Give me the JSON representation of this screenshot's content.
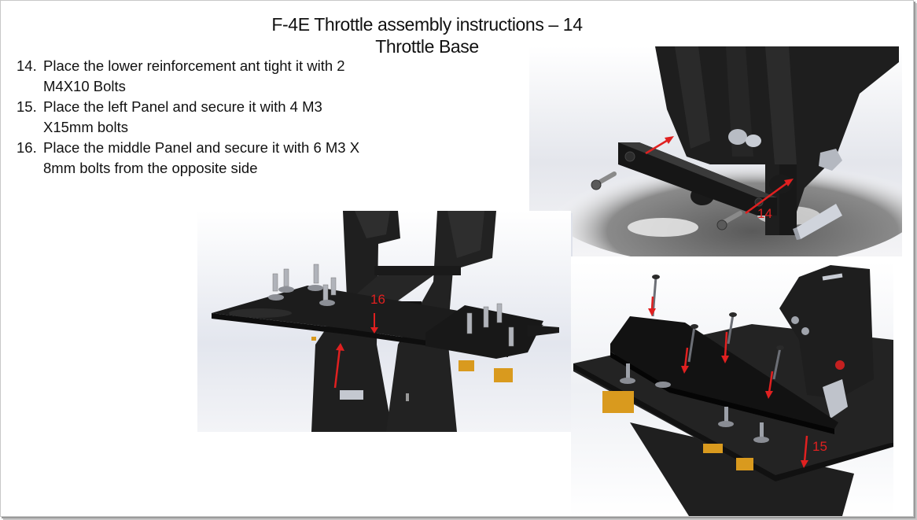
{
  "slide": {
    "title_line1": "F-4E Throttle assembly instructions – 14",
    "title_line2": "Throttle Base",
    "steps": [
      {
        "number": "14.",
        "text": "Place the lower reinforcement ant tight it with 2 M4X10 Bolts"
      },
      {
        "number": "15.",
        "text": "Place the left Panel and secure it with 4 M3 X15mm bolts"
      },
      {
        "number": "16.",
        "text": "Place the middle Panel and secure it with 6 M3 X 8mm bolts from the opposite side"
      }
    ]
  },
  "figures": {
    "lower_reinforcement": {
      "label": "14",
      "description": "Lower reinforcement bar with 2 bolts"
    },
    "middle_panel": {
      "label": "16",
      "description": "Middle panel bolted from opposite side"
    },
    "left_panel": {
      "label": "15",
      "description": "Left panel secured with 4 bolts"
    }
  },
  "colors": {
    "annotation_red": "#e02020",
    "part_black": "#1e1e1e",
    "render_bg": "#e6e8ee",
    "connector_orange": "#d99a1e"
  }
}
